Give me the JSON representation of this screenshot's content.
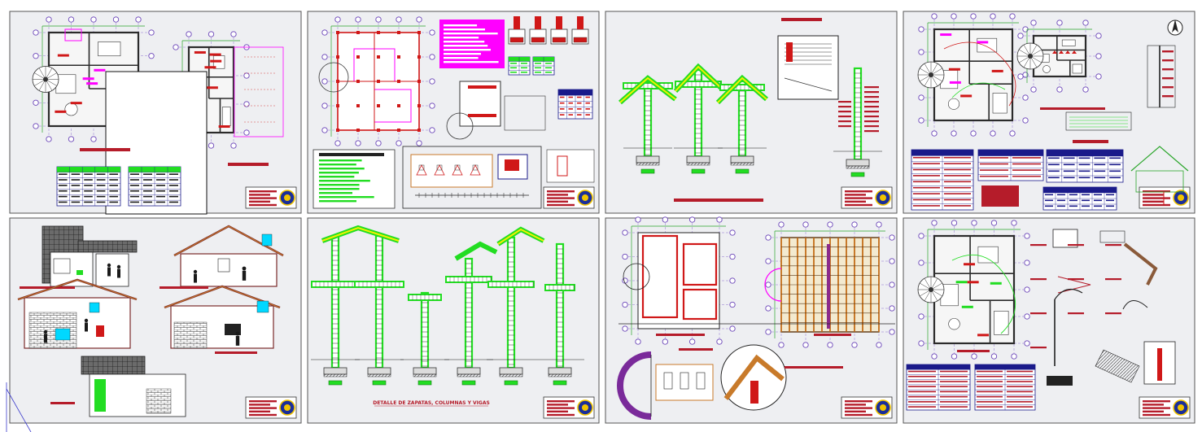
{
  "drawing": {
    "colors": {
      "background": "#ffffff",
      "panel_fill": "#eeeff2",
      "panel_border": "#555555",
      "wall": "#2b2b2b",
      "axis": "#7a55c8",
      "bubble": "#6a44b8",
      "dimension": "#2aa52a",
      "highlight_red": "#d01818",
      "highlight_magenta": "#ff00ff",
      "highlight_green": "#22dd22",
      "highlight_yellow": "#f2f200",
      "title_block_red": "#b51c2a",
      "logo_blue": "#1a2e9a",
      "logo_yellow": "#f0c400",
      "wood": "#c87a2a",
      "cyan": "#00d8ff"
    },
    "sheets": [
      {
        "id": "sheet-1",
        "kind": "floor-plans"
      },
      {
        "id": "sheet-2",
        "kind": "foundation-plan"
      },
      {
        "id": "sheet-3",
        "kind": "column-details"
      },
      {
        "id": "sheet-4",
        "kind": "electrical-plans"
      },
      {
        "id": "sheet-5",
        "kind": "elevations-sections"
      },
      {
        "id": "sheet-6",
        "kind": "beam-column-elevations"
      },
      {
        "id": "sheet-7",
        "kind": "roof-framing"
      },
      {
        "id": "sheet-8",
        "kind": "sanitary-details"
      }
    ],
    "page_caption": "DETALLE DE ZAPATAS, COLUMNAS Y VIGAS",
    "sheet_logo": "logo-seal"
  }
}
